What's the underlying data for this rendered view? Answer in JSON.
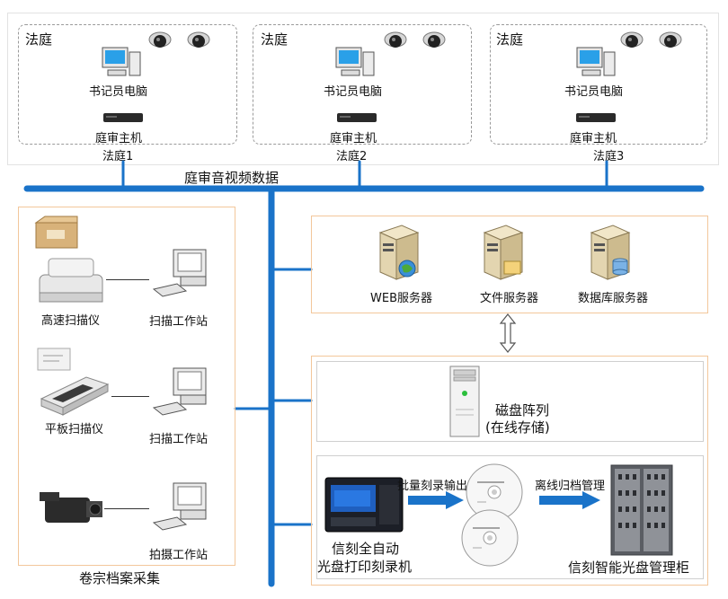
{
  "courts": [
    {
      "title": "法庭",
      "pc_label": "书记员电脑",
      "host_label": "庭审主机",
      "caption": "法庭1"
    },
    {
      "title": "法庭",
      "pc_label": "书记员电脑",
      "host_label": "庭审主机",
      "caption": "法庭2"
    },
    {
      "title": "法庭",
      "pc_label": "书记员电脑",
      "host_label": "庭审主机",
      "caption": "法庭3"
    }
  ],
  "bus_label": "庭审音视频数据",
  "collection": {
    "title": "卷宗档案采集",
    "devices": [
      {
        "device_label": "高速扫描仪",
        "station_label": "扫描工作站"
      },
      {
        "device_label": "平板扫描仪",
        "station_label": "扫描工作站"
      },
      {
        "device_label": "",
        "station_label": "拍摄工作站"
      }
    ]
  },
  "servers": [
    {
      "label": "WEB服务器",
      "icon": "globe-icon"
    },
    {
      "label": "文件服务器",
      "icon": "folder-icon"
    },
    {
      "label": "数据库服务器",
      "icon": "database-icon"
    }
  ],
  "storage": {
    "line1": "磁盘阵列",
    "line2": "(在线存储)"
  },
  "disc": {
    "burner_line1": "信刻全自动",
    "burner_line2": "光盘打印刻录机",
    "arrow1_label": "批量刻录输出",
    "arrow2_label": "离线归档管理",
    "cabinet_label": "信刻智能光盘管理柜"
  },
  "colors": {
    "bus": "#1a73c9",
    "orange_border": "#f3c79b",
    "gray_border": "#cfcfcf"
  }
}
